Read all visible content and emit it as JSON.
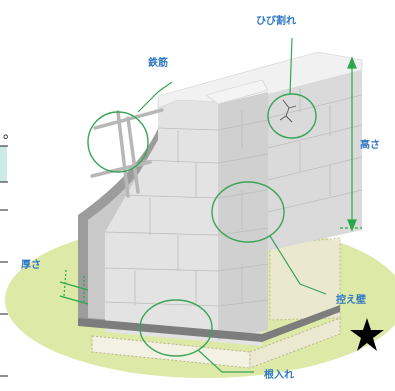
{
  "colors": {
    "ground": "#dde9a7",
    "wall_light": "#e4e4e4",
    "wall_mid": "#d6d6d6",
    "wall_shadow": "#9a9a9a",
    "mortar": "#bdbdbd",
    "label_blue": "#2f78c4",
    "callout_green": "#3aa45a",
    "dimension_green": "#2aa84a",
    "table_accent": "#8fd3c4"
  },
  "labels": {
    "crack": "ひび割れ",
    "rebar": "鉄筋",
    "height": "高さ",
    "thickness": "厚さ",
    "buttress": "控え壁",
    "embedment": "根入れ"
  },
  "stray": {
    "dot": "。"
  },
  "icons": {
    "star": "star-icon",
    "crack": "crack-lines"
  }
}
